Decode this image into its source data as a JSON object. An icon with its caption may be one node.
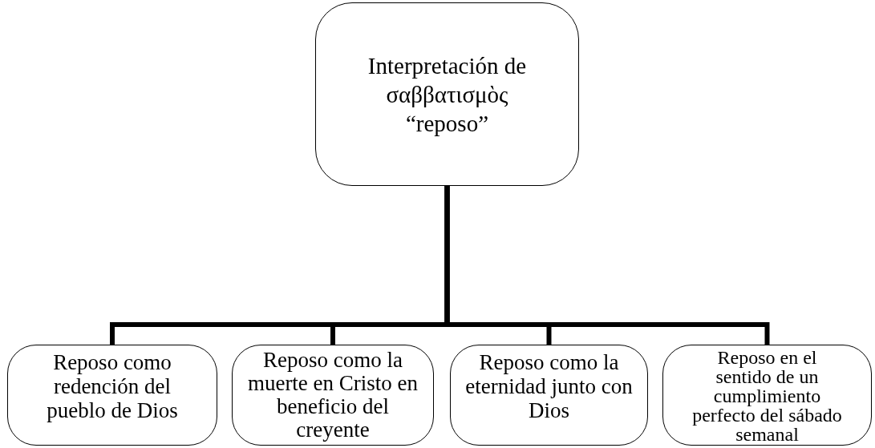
{
  "diagram": {
    "nodes": [
      {
        "text": [
          "Interpretación de σαββατισμὸς “reposo”"
        ]
      },
      {
        "text": [
          "Reposo como redención del pueblo de Dios"
        ]
      },
      {
        "text": [
          "Reposo como la muerte en Cristo en beneficio del creyente"
        ]
      },
      {
        "text": [
          "Reposo como la eternidad junto con Dios"
        ]
      },
      {
        "text": [
          "Reposo en el sentido de un cumplimiento perfecto del sábado semanal"
        ]
      }
    ],
    "edges": [
      {
        "from": 0,
        "to": 1,
        "arrow": "none"
      },
      {
        "from": 0,
        "to": 2,
        "arrow": "none"
      },
      {
        "from": 0,
        "to": 3,
        "arrow": "none"
      },
      {
        "from": 0,
        "to": 4,
        "arrow": "none"
      }
    ]
  }
}
